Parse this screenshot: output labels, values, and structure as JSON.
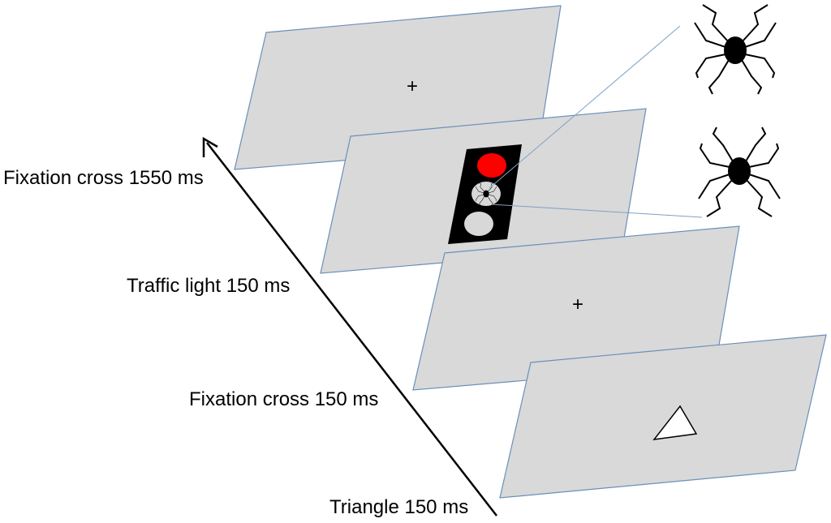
{
  "diagram": {
    "stages": [
      {
        "label": "Fixation cross 1550 ms",
        "content": "fixation-cross"
      },
      {
        "label": "Traffic light 150 ms",
        "content": "traffic-light"
      },
      {
        "label": "Fixation cross 150 ms",
        "content": "fixation-cross"
      },
      {
        "label": "Triangle 150 ms",
        "content": "triangle"
      }
    ],
    "symbols": {
      "fixation": "+"
    },
    "traffic_light": {
      "top_light_color": "#ff0000",
      "middle_icon": "spider-icon",
      "bottom_light_color": "#d8d8d8"
    },
    "callout_icons": [
      "spider-icon",
      "spider-icon"
    ],
    "colors": {
      "panel_fill": "#d9d9d9",
      "panel_stroke": "#6b8fb8",
      "housing": "#000000",
      "callout_line": "#7ea0c4",
      "arrow": "#000000"
    }
  }
}
